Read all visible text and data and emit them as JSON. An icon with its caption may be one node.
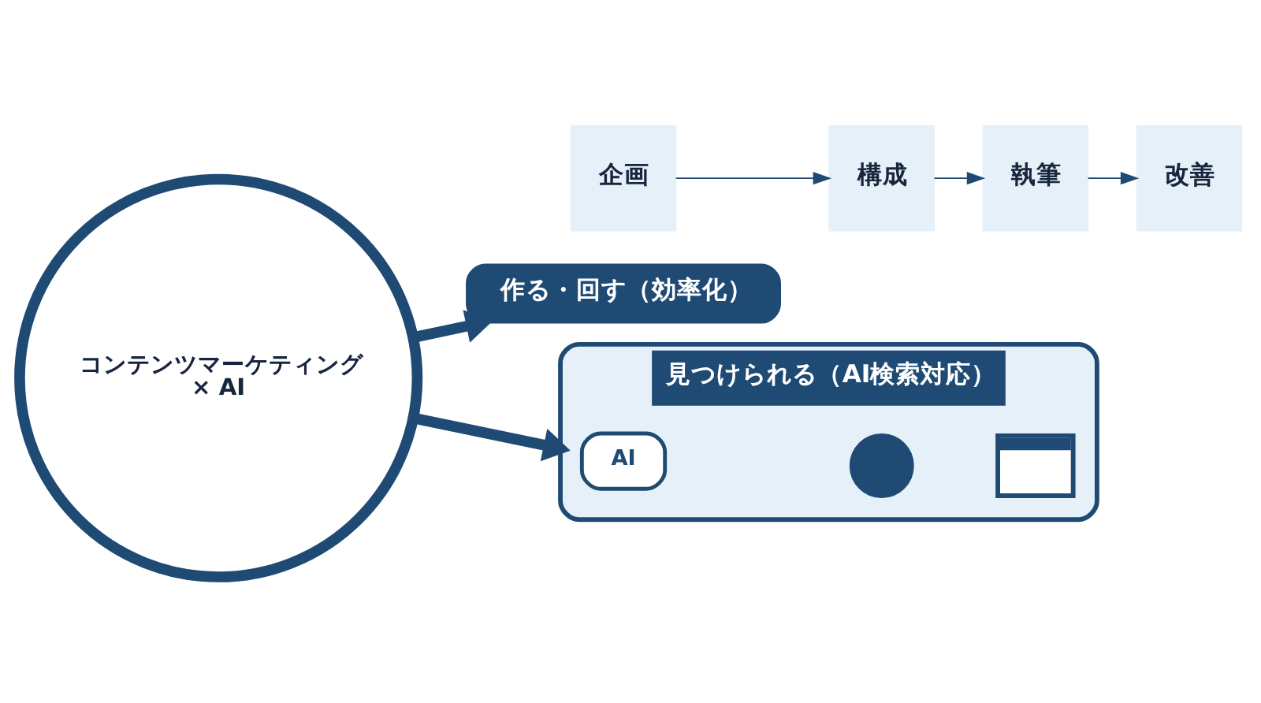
{
  "diagram": {
    "nodes": [
      {
        "text": [
          "コンテンツマーケティング× AI"
        ]
      },
      {
        "text": [
          "作る・回す（効率化）"
        ]
      },
      {
        "text": [
          "企画"
        ]
      },
      {
        "text": [
          "構成"
        ]
      },
      {
        "text": [
          "執筆"
        ]
      },
      {
        "text": [
          "改善"
        ]
      },
      {
        "text": [
          "見つけられる（AI検索対応）"
        ]
      },
      {
        "text": [
          "AI"
        ],
        "in": 6
      },
      {
        "text": [],
        "shape": "circle",
        "in": 6
      },
      {
        "text": [],
        "shape": "picture",
        "in": 6
      }
    ],
    "edges": [
      {
        "from": 0,
        "to": 1,
        "arrow": "to",
        "style": "thick"
      },
      {
        "from": 0,
        "to": 6,
        "arrow": "to",
        "style": "thick"
      },
      {
        "from": 2,
        "to": 3,
        "arrow": "to"
      },
      {
        "from": 3,
        "to": 4,
        "arrow": "to"
      },
      {
        "from": 4,
        "to": 5,
        "arrow": "to"
      }
    ]
  }
}
